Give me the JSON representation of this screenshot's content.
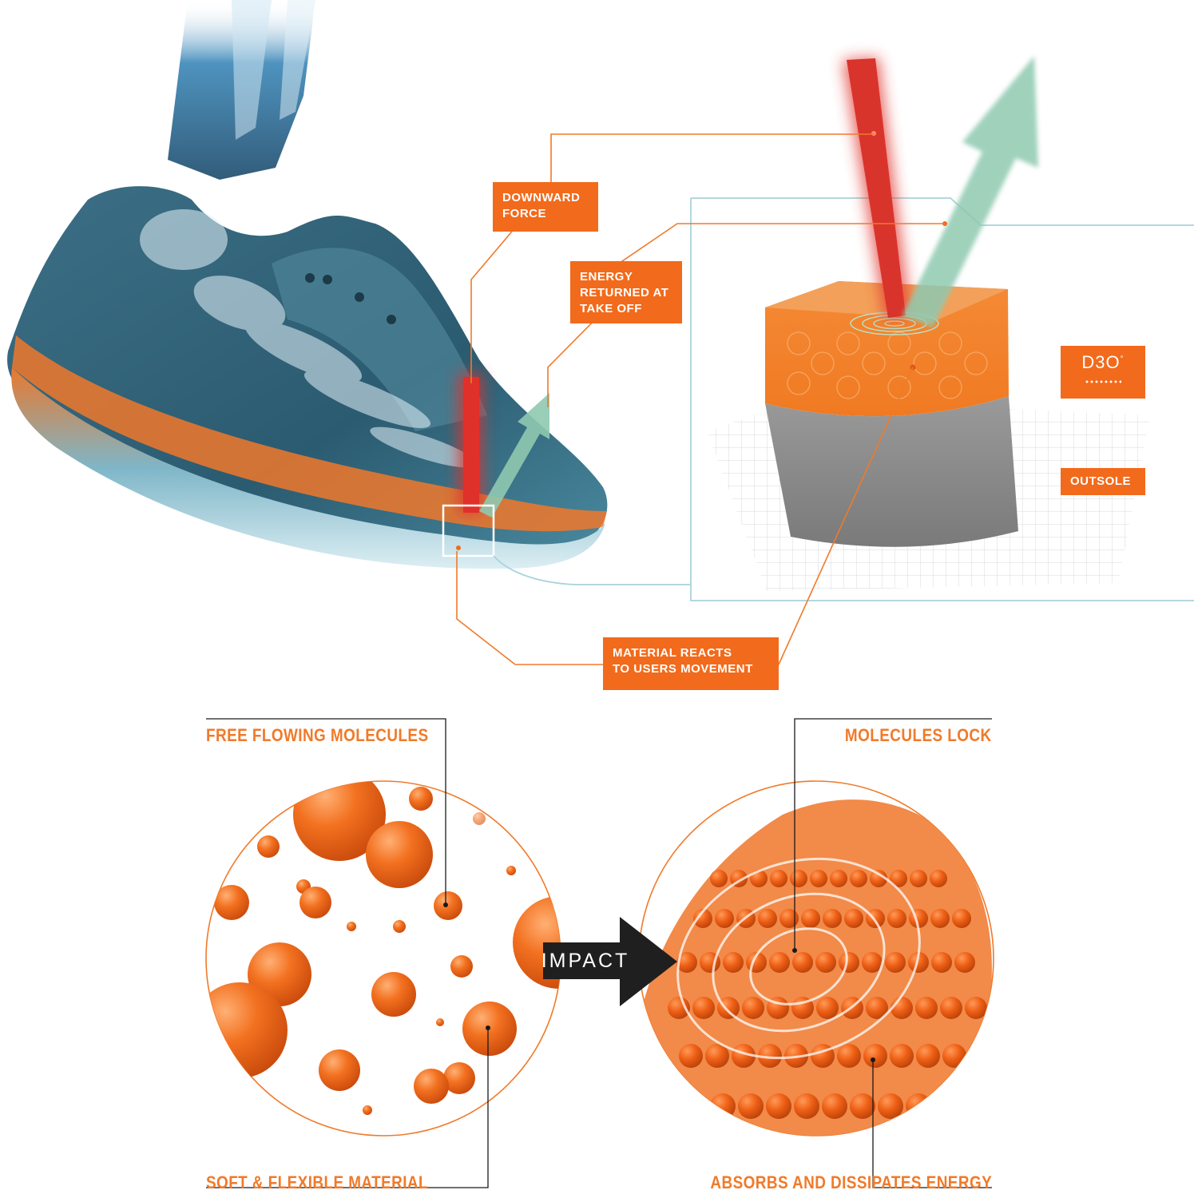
{
  "callouts": {
    "downward_force": "DOWNWARD\nFORCE",
    "energy_returned": "ENERGY\nRETURNED AT\nTAKE OFF",
    "outsole": "OUTSOLE",
    "material_reacts": "MATERIAL REACTS\nTO USERS MOVEMENT"
  },
  "logo": {
    "text": "D3O",
    "mark": "°"
  },
  "headings": {
    "free_flowing": "FREE FLOWING MOLECULES",
    "molecules_lock": "MOLECULES LOCK",
    "soft_flexible": "SOFT & FLEXIBLE MATERIAL",
    "absorbs": "ABSORBS AND DISSIPATES ENERGY"
  },
  "impact_label": "IMPACT",
  "colors": {
    "accent_orange": "#f26a1b",
    "heading_orange": "#f07a2a",
    "force_red": "#e0302a",
    "energy_green": "#8fc9b0",
    "outline_blue": "#a9d3dc",
    "shoe_blue": "#2e5e74"
  },
  "icons": [
    "shoe-illustration",
    "foot-skeleton",
    "force-arrow",
    "energy-arrow",
    "material-cube",
    "molecule-circle"
  ]
}
